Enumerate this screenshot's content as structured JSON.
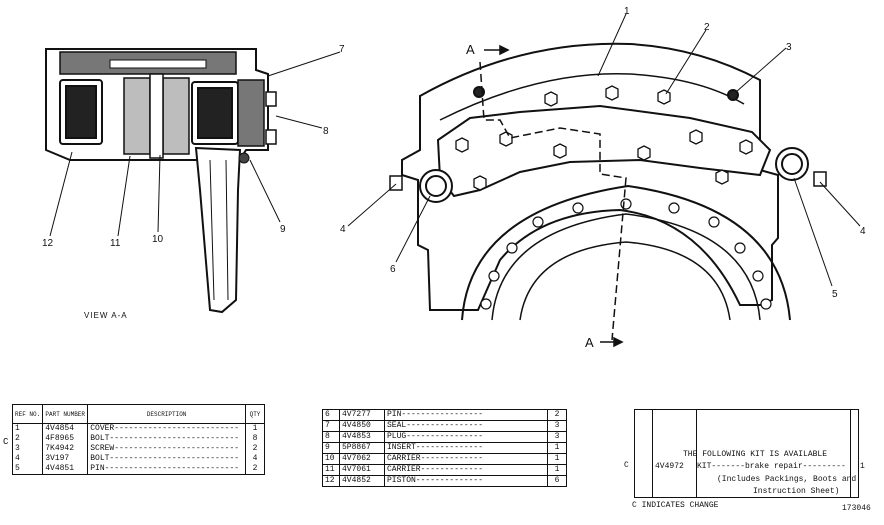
{
  "callouts": {
    "c1": "1",
    "c2": "2",
    "c3": "3",
    "c4a": "4",
    "c4b": "4",
    "c5": "5",
    "c6": "6",
    "c7": "7",
    "c8": "8",
    "c9": "9",
    "c10": "10",
    "c11": "11",
    "c12": "12"
  },
  "section_markers": {
    "top": "A",
    "bottom": "A"
  },
  "view_caption": "VIEW A-A",
  "table_left": {
    "headers": {
      "ref": "REF NO.",
      "part": "PART NUMBER",
      "desc": "DESCRIPTION",
      "qty": "QTY"
    },
    "rows": [
      {
        "ref": "1",
        "part": "4V4854",
        "desc": "COVER--------------------------",
        "qty": "1"
      },
      {
        "ref": "2",
        "part": "4F8965",
        "desc": "BOLT---------------------------",
        "qty": "8"
      },
      {
        "ref": "3",
        "part": "7K4942",
        "desc": "SCREW--------------------------",
        "qty": "2"
      },
      {
        "ref": "4",
        "part": "3V197",
        "desc": "BOLT---------------------------",
        "qty": "4"
      },
      {
        "ref": "5",
        "part": "4V4851",
        "desc": "PIN----------------------------",
        "qty": "2"
      }
    ],
    "change_mark": "C"
  },
  "table_mid": {
    "rows": [
      {
        "ref": "6",
        "part": "4V7277",
        "desc": "PIN-----------------",
        "qty": "2"
      },
      {
        "ref": "7",
        "part": "4V4850",
        "desc": "SEAL----------------",
        "qty": "3"
      },
      {
        "ref": "8",
        "part": "4V4853",
        "desc": "PLUG----------------",
        "qty": "3"
      },
      {
        "ref": "9",
        "part": "5P8867",
        "desc": "INSERT--------------",
        "qty": "1"
      },
      {
        "ref": "10",
        "part": "4V7062",
        "desc": "CARRIER-------------",
        "qty": "1"
      },
      {
        "ref": "11",
        "part": "4V7061",
        "desc": "CARRIER-------------",
        "qty": "1"
      },
      {
        "ref": "12",
        "part": "4V4852",
        "desc": "PISTON--------------",
        "qty": "6"
      }
    ]
  },
  "kit": {
    "heading": "THE FOLLOWING KIT IS AVAILABLE",
    "mark": "C",
    "part": "4V4972",
    "line1": "KIT-------brake repair---------",
    "line2": "(Includes Packings, Boots and",
    "line3": "Instruction Sheet)",
    "qty": "1"
  },
  "footer": {
    "note": "C INDICATES CHANGE",
    "drawing_no": "173046"
  }
}
